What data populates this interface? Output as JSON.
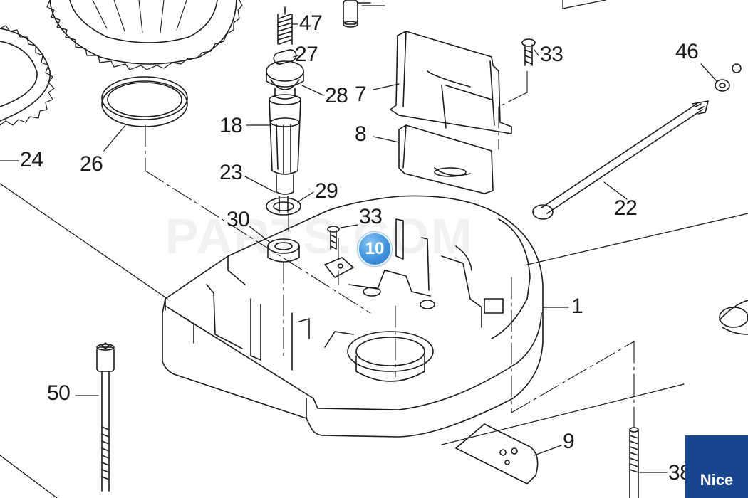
{
  "diagram": {
    "callouts": [
      {
        "id": "47",
        "label": "47"
      },
      {
        "id": "27",
        "label": "27"
      },
      {
        "id": "28",
        "label": "28"
      },
      {
        "id": "7",
        "label": "7"
      },
      {
        "id": "33-top",
        "label": "33"
      },
      {
        "id": "46",
        "label": "46"
      },
      {
        "id": "18",
        "label": "18"
      },
      {
        "id": "8",
        "label": "8"
      },
      {
        "id": "24",
        "label": "24"
      },
      {
        "id": "26",
        "label": "26"
      },
      {
        "id": "23",
        "label": "23"
      },
      {
        "id": "29",
        "label": "29"
      },
      {
        "id": "22",
        "label": "22"
      },
      {
        "id": "30",
        "label": "30"
      },
      {
        "id": "33-mid",
        "label": "33"
      },
      {
        "id": "1",
        "label": "1"
      },
      {
        "id": "50",
        "label": "50"
      },
      {
        "id": "9",
        "label": "9"
      },
      {
        "id": "38",
        "label": "38"
      }
    ],
    "hotspot": {
      "label": "10"
    },
    "watermark": "PARTS.COM"
  },
  "brand": {
    "logo_text": "Nice",
    "color": "#17468f"
  },
  "colors": {
    "ink": "#1a1a1a",
    "hotspot": "#3f93dd"
  }
}
